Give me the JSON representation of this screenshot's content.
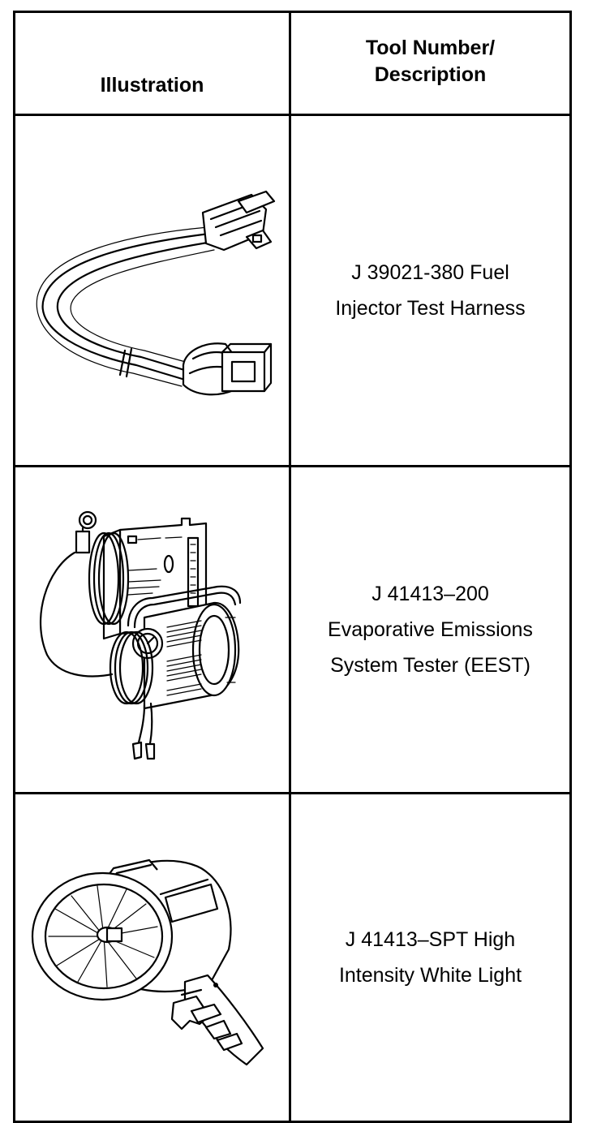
{
  "table": {
    "headers": {
      "illustration": "Illustration",
      "tool_number_description": "Tool Number/\nDescription"
    },
    "rows": [
      {
        "illustration_icon": "fuel-injector-test-harness-illustration",
        "description": "J 39021-380 Fuel\nInjector Test Harness"
      },
      {
        "illustration_icon": "evaporative-emissions-system-tester-illustration",
        "description": "J 41413–200\nEvaporative Emissions\nSystem Tester (EEST)"
      },
      {
        "illustration_icon": "high-intensity-white-light-illustration",
        "description": "J 41413–SPT High\nIntensity White Light"
      }
    ]
  }
}
